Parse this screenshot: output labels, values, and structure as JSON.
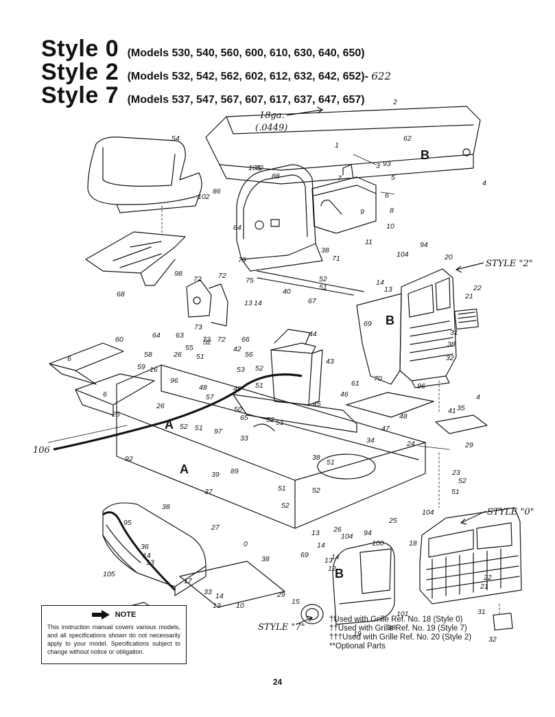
{
  "header": {
    "styles": [
      {
        "name": "Style 0",
        "models": "(Models 530, 540, 560, 600, 610, 630, 640, 650)",
        "annotation": ""
      },
      {
        "name": "Style 2",
        "models": "(Models 532, 542, 562, 602, 612, 632, 642, 652)-",
        "annotation": "622"
      },
      {
        "name": "Style 7",
        "models": "(Models 537, 547, 567, 607, 617, 637, 647, 657)",
        "annotation": ""
      }
    ]
  },
  "handwritten": {
    "gauge": "18ga.",
    "gauge_thickness": "(.0449)",
    "style_2": "STYLE \"2\"",
    "style_0": "STYLE \"0\"",
    "style_7": "STYLE \"7\"",
    "wire_label": "106"
  },
  "parts": {
    "p1": "1",
    "p2": "2",
    "p3": "3",
    "p4": "4",
    "p5": "5",
    "p6": "6",
    "p7": "7",
    "p8": "8",
    "p9": "9",
    "p10": "10",
    "p11": "11",
    "p12": "12",
    "p13": "13",
    "p14": "14",
    "p15": "15",
    "p16": "16",
    "p17": "17",
    "p18": "18",
    "p19": "19",
    "p20": "20",
    "p21": "21",
    "p22": "22",
    "p23": "23",
    "p24": "24",
    "p25": "25",
    "p26": "26",
    "p27": "27",
    "p29": "29",
    "p31": "31",
    "p32": "32",
    "p33": "33",
    "p34": "34",
    "p35": "35",
    "p36": "36",
    "p37": "37",
    "p38": "38",
    "p39": "39",
    "p40": "40",
    "p41": "41",
    "p42": "42",
    "p43": "43",
    "p44": "44",
    "p45": "45",
    "p46": "46",
    "p47": "47",
    "p48": "48",
    "p49": "49",
    "p51": "51",
    "p52": "52",
    "p53": "53",
    "p54": "54",
    "p55": "55",
    "p56": "56",
    "p57": "57",
    "p58": "58",
    "p59": "59",
    "p60": "60",
    "p61": "61",
    "p62": "62",
    "p63": "63",
    "p64": "64",
    "p65": "65",
    "p66": "66",
    "p67": "67",
    "p68": "68",
    "p69": "69",
    "p70": "70",
    "p71": "71",
    "p72": "72",
    "p73": "73",
    "p75": "75",
    "p79": "79",
    "p84": "84",
    "p86": "86",
    "p88": "88",
    "p89": "89",
    "p92": "92",
    "p93": "93",
    "p94": "94",
    "p95": "95",
    "p96": "96",
    "p97": "97",
    "p98": "98",
    "p100": "100",
    "p101": "101",
    "p102": "102",
    "p104": "104",
    "p105": "105",
    "p50": "50",
    "p103": "103",
    "p0": "0"
  },
  "refs": {
    "A": "A",
    "B": "B"
  },
  "note": {
    "title": "NOTE",
    "text": "This instruction manual covers various models, and all specifications shown do not necessarily apply to your model. Specifications subject to change without notice or obligation."
  },
  "footnotes": {
    "f1": "†Used with Grille Ref. No. 18 (Style 0)",
    "f2": "††Used with Grille Ref. No. 19 (Style 7)",
    "f3": "†††Used with Grille Ref. No. 20 (Style 2)",
    "f4": "**Optional Parts"
  },
  "page_number": "24"
}
